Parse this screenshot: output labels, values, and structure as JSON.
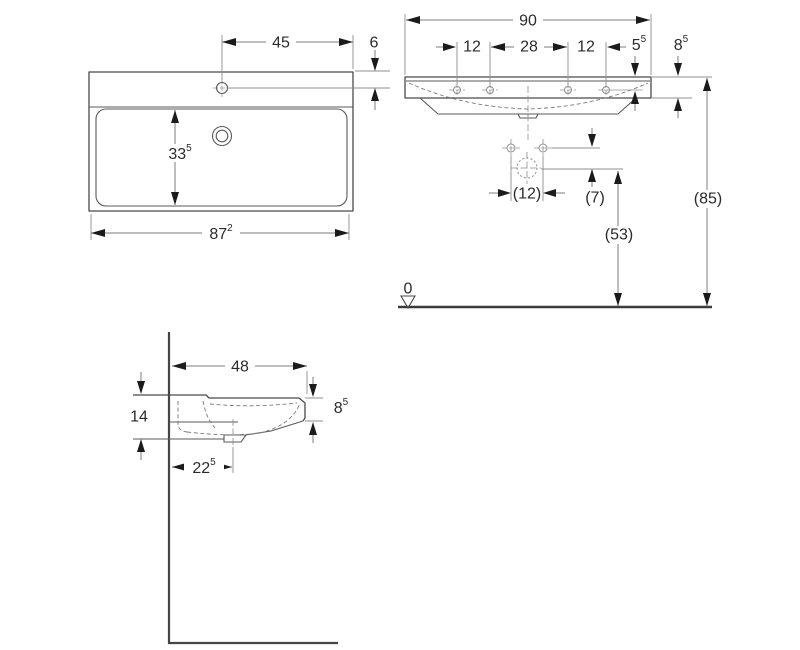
{
  "drawing": {
    "type": "washbasin-technical-drawing",
    "colors": {
      "background": "#ffffff",
      "object_line": "#4a4a4a",
      "dimension_line": "#7d7d7d",
      "symbol_line": "#8e8e8e",
      "text": "#2b2b2b",
      "arrow": "#1b1b1b",
      "floor_line": "#3c3c3c"
    },
    "plan": {
      "tap_to_right_edge": "45",
      "tap_from_back_edge": "6",
      "bowl_depth": {
        "main": "33",
        "sup": "5"
      },
      "bottom_width": {
        "main": "87",
        "sup": "2"
      }
    },
    "front": {
      "overall_width": "90",
      "hole_gap_left": "12",
      "hole_gap_center": "28",
      "hole_gap_right": "12",
      "hole_offset": {
        "main": "5",
        "sup": "5"
      },
      "apron_height": {
        "main": "8",
        "sup": "5"
      }
    },
    "install": {
      "fixing_hole_spacing": "(12)",
      "fixing_above_drain": "(7)",
      "drain_height": "(53)",
      "rim_height": "(85)",
      "floor_datum": "0"
    },
    "side": {
      "depth": "48",
      "height_at_wall": "14",
      "front_edge_height": {
        "main": "8",
        "sup": "5"
      },
      "drain_from_wall": {
        "main": "22",
        "sup": "5"
      }
    }
  }
}
